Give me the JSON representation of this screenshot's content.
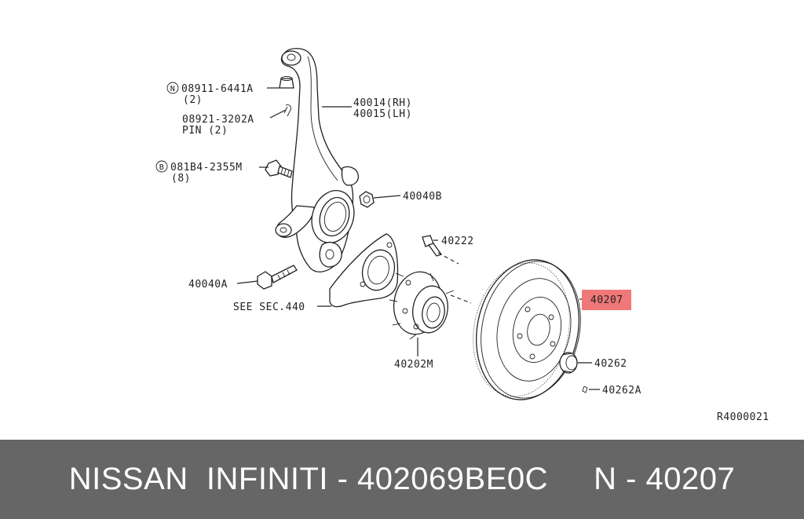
{
  "diagram": {
    "ref_code": "R4000021",
    "labels": {
      "nut_part": "08911-6441A",
      "nut_qty": "(2)",
      "nut_symbol": "N",
      "pin_part": "08921-3202A",
      "pin_qty": "PIN (2)",
      "bolt_part": "081B4-2355M",
      "bolt_qty": "(8)",
      "bolt_symbol": "B",
      "knuckle_rh": "40014(RH)",
      "knuckle_lh": "40015(LH)",
      "nut_40040b": "40040B",
      "stud_40222": "40222",
      "bolt_40040a": "40040A",
      "see_sec": "SEE SEC.440",
      "hub_40202m": "40202M",
      "rotor_40207": "40207",
      "cap_40262": "40262",
      "pin_40262a": "40262A"
    },
    "highlight_color": "#f07878"
  },
  "footer": {
    "text": "NISSAN  INFINITI - 402069BE0C     N - 40207",
    "bg_color": "#666666"
  }
}
